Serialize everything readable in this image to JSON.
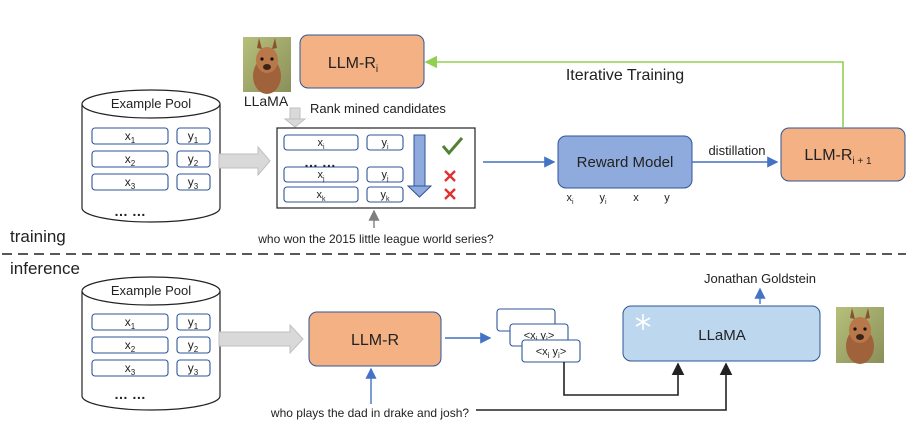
{
  "training": {
    "section_label": "training",
    "llama_label": "LLaMA",
    "llm_ri": {
      "base": "LLM-R",
      "sub": "i"
    },
    "llm_ri1": {
      "base": "LLM-R",
      "sub": "i + 1"
    },
    "iterative_label": "Iterative Training",
    "rank_label": "Rank mined candidates",
    "example_pool": {
      "title": "Example Pool",
      "rows": [
        {
          "x": "x",
          "xs": "1",
          "y": "y",
          "ys": "1"
        },
        {
          "x": "x",
          "xs": "2",
          "y": "y",
          "ys": "2"
        },
        {
          "x": "x",
          "xs": "3",
          "y": "y",
          "ys": "3"
        }
      ],
      "ellipsis": "… …"
    },
    "candidates": {
      "rows": [
        {
          "x": "x",
          "xs": "i",
          "y": "y",
          "ys": "i"
        },
        {
          "x": "x",
          "xs": "j",
          "y": "y",
          "ys": "j"
        },
        {
          "x": "x",
          "xs": "k",
          "y": "y",
          "ys": "k"
        }
      ],
      "ellipsis": "… …",
      "marks": [
        "check-icon",
        "cross-icon",
        "cross-icon"
      ]
    },
    "reward_model": "Reward Model",
    "reward_labels": [
      {
        "base": "x",
        "sub": "i"
      },
      {
        "base": "y",
        "sub": "i"
      },
      {
        "base": "x",
        "sub": ""
      },
      {
        "base": "y",
        "sub": ""
      }
    ],
    "distillation": "distillation",
    "query": "who won the 2015 little league world series?"
  },
  "inference": {
    "section_label": "inference",
    "example_pool": {
      "title": "Example Pool",
      "rows": [
        {
          "x": "x",
          "xs": "1",
          "y": "y",
          "ys": "1"
        },
        {
          "x": "x",
          "xs": "2",
          "y": "y",
          "ys": "2"
        },
        {
          "x": "x",
          "xs": "3",
          "y": "y",
          "ys": "3"
        }
      ],
      "ellipsis": "… …"
    },
    "llm_r": "LLM-R",
    "retrieved": [
      {
        "text": "<x",
        "sub1": "i",
        "mid": " y",
        "sub2": "i",
        "end": ">"
      },
      {
        "text": "<x",
        "sub1": "j",
        "mid": " y",
        "sub2": "j",
        "end": ">"
      },
      {
        "text": "<x",
        "sub1": "i",
        "mid": " y",
        "sub2": "i",
        "end": ">"
      }
    ],
    "llama": "LLaMA",
    "output": "Jonathan Goldstein",
    "query": "who plays the dad in drake and josh?"
  },
  "colors": {
    "orange": "#F4B183",
    "blue_reward": "#8FAADC",
    "blue_llama": "#BDD7EE",
    "arrow_blue": "#4472C4",
    "arrow_green": "#92D050",
    "arrow_gray": "#BFBFBF",
    "check": "#548235",
    "cross": "#E03030"
  }
}
